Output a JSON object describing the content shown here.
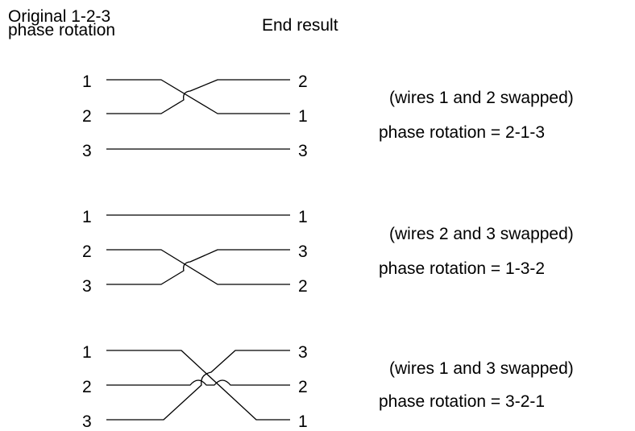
{
  "header": {
    "original_line1": "Original 1-2-3",
    "original_line2": "phase rotation",
    "end_result": "End result"
  },
  "diagrams": [
    {
      "left_labels": [
        "1",
        "2",
        "3"
      ],
      "right_labels": [
        "2",
        "1",
        "3"
      ],
      "swap_note": "(wires 1 and 2 swapped)",
      "rotation": "phase rotation = 2-1-3"
    },
    {
      "left_labels": [
        "1",
        "2",
        "3"
      ],
      "right_labels": [
        "1",
        "3",
        "2"
      ],
      "swap_note": "(wires 2 and 3 swapped)",
      "rotation": "phase rotation = 1-3-2"
    },
    {
      "left_labels": [
        "1",
        "2",
        "3"
      ],
      "right_labels": [
        "3",
        "2",
        "1"
      ],
      "swap_note": "(wires 1 and 3 swapped)",
      "rotation": "phase rotation = 3-2-1"
    }
  ]
}
